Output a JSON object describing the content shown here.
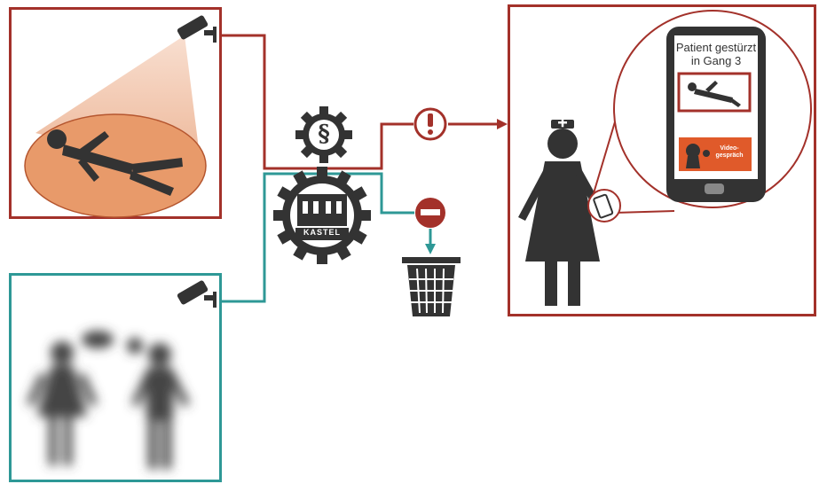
{
  "phone": {
    "alert_line1": "Patient gestürzt",
    "alert_line2": "in Gang 3",
    "video_button_label_line1": "Video-",
    "video_button_label_line2": "gespräch"
  },
  "gear": {
    "law_symbol": "§",
    "logo_label": "KASTEL"
  },
  "colors": {
    "alert_red": "#a3312a",
    "private_teal": "#2e9896",
    "icon_dark": "#333333",
    "cone_fill": "#e8a07d",
    "button_orange": "#e05a2a"
  },
  "icons": [
    "camera-icon",
    "fallen-person-icon",
    "gear-icon",
    "exclamation-icon",
    "no-entry-icon",
    "trash-bin-icon",
    "nurse-icon",
    "smartphone-icon",
    "person-icon"
  ]
}
